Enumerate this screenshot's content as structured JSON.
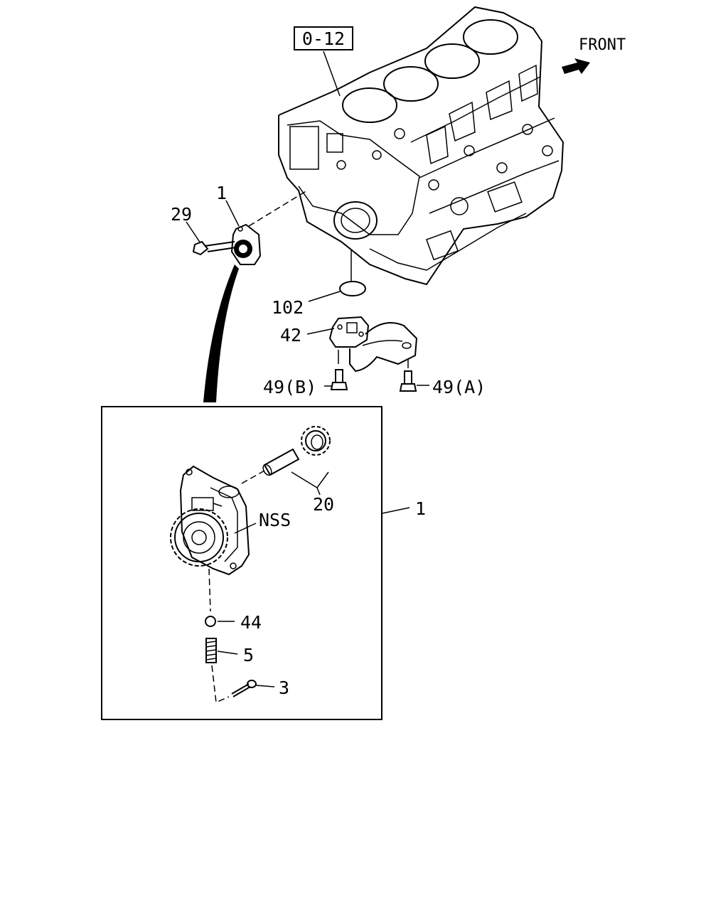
{
  "diagram": {
    "ref_box": "0-12",
    "front_label": "FRONT",
    "callouts": {
      "pump_top": "1",
      "bolt": "29",
      "oring": "102",
      "pipe": "42",
      "bolt_b": "49(B)",
      "bolt_a": "49(A)",
      "shaft_gear": "20",
      "nss": "NSS",
      "pump_detail": "1",
      "ball": "44",
      "spring": "5",
      "pin": "3"
    }
  }
}
